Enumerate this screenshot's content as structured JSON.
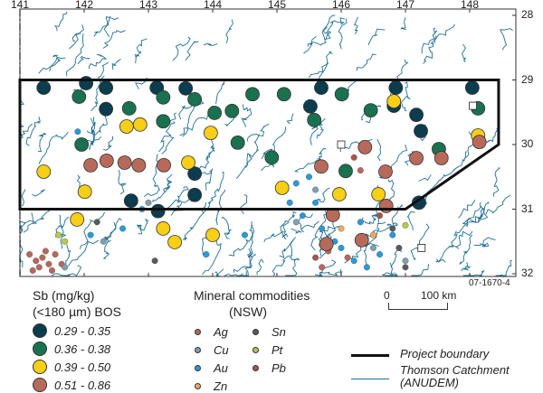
{
  "figure_id": "07-1670-4",
  "axes": {
    "lon_ticks": [
      "141",
      "142",
      "143",
      "144",
      "145",
      "146",
      "147",
      "148"
    ],
    "lat_ticks": [
      "28",
      "29",
      "30",
      "31",
      "32"
    ],
    "lon_range": [
      141,
      148.7
    ],
    "lat_range": [
      27.9,
      32.0
    ]
  },
  "legend_sb": {
    "title1": "Sb (mg/kg)",
    "title2": "(<180 µm) BOS",
    "classes": [
      {
        "label": "0.29 - 0.35",
        "color": "#0b3d4e"
      },
      {
        "label": "0.36 - 0.38",
        "color": "#1a7150"
      },
      {
        "label": "0.39 - 0.50",
        "color": "#f6cf16"
      },
      {
        "label": "0.51 - 0.86",
        "color": "#b86a5a"
      }
    ]
  },
  "legend_minerals": {
    "title1": "Mineral commodities",
    "title2": "(NSW)",
    "items": [
      {
        "label": "Ag",
        "color": "#b8675a"
      },
      {
        "label": "Cu",
        "color": "#7e9fb3"
      },
      {
        "label": "Au",
        "color": "#2a9ad8"
      },
      {
        "label": "Zn",
        "color": "#f0a860"
      },
      {
        "label": "Sn",
        "color": "#555a5c"
      },
      {
        "label": "Pt",
        "color": "#b5cc4a"
      },
      {
        "label": "Pb",
        "color": "#a5574c"
      }
    ]
  },
  "scale_bar": {
    "start": "0",
    "end": "100 km"
  },
  "legend_lines": {
    "boundary": "Project boundary",
    "catchment1": "Thomson Catchment",
    "catchment2": "(ANUDEM)",
    "boundary_color": "#111111",
    "catchment_color": "#1f6f95"
  },
  "sb_samples": [
    {
      "c": 0,
      "lon": 141.37,
      "lat": 29.12
    },
    {
      "c": 0,
      "lon": 142.03,
      "lat": 29.05
    },
    {
      "c": 0,
      "lon": 142.34,
      "lat": 29.12
    },
    {
      "c": 0,
      "lon": 142.34,
      "lat": 29.45
    },
    {
      "c": 0,
      "lon": 143.13,
      "lat": 29.12
    },
    {
      "c": 0,
      "lon": 143.58,
      "lat": 29.13
    },
    {
      "c": 0,
      "lon": 143.72,
      "lat": 30.45
    },
    {
      "c": 0,
      "lon": 143.72,
      "lat": 30.78
    },
    {
      "c": 0,
      "lon": 143.15,
      "lat": 31.03
    },
    {
      "c": 0,
      "lon": 142.73,
      "lat": 30.87
    },
    {
      "c": 0,
      "lon": 145.69,
      "lat": 29.12
    },
    {
      "c": 0,
      "lon": 145.52,
      "lat": 29.41
    },
    {
      "c": 0,
      "lon": 146.85,
      "lat": 29.12
    },
    {
      "c": 0,
      "lon": 147.17,
      "lat": 29.54
    },
    {
      "c": 0,
      "lon": 147.24,
      "lat": 29.79
    },
    {
      "c": 0,
      "lon": 147.21,
      "lat": 30.9
    },
    {
      "c": 0,
      "lon": 148.04,
      "lat": 29.12
    },
    {
      "c": 0,
      "lon": 146.82,
      "lat": 29.4
    },
    {
      "c": 1,
      "lon": 141.92,
      "lat": 29.26
    },
    {
      "c": 1,
      "lon": 141.96,
      "lat": 30.0
    },
    {
      "c": 1,
      "lon": 142.7,
      "lat": 29.44
    },
    {
      "c": 1,
      "lon": 143.23,
      "lat": 29.27
    },
    {
      "c": 1,
      "lon": 143.23,
      "lat": 29.64
    },
    {
      "c": 1,
      "lon": 144.03,
      "lat": 29.51
    },
    {
      "c": 1,
      "lon": 144.3,
      "lat": 29.48
    },
    {
      "c": 1,
      "lon": 144.39,
      "lat": 29.97
    },
    {
      "c": 1,
      "lon": 144.62,
      "lat": 29.22
    },
    {
      "c": 1,
      "lon": 144.92,
      "lat": 30.2
    },
    {
      "c": 1,
      "lon": 145.11,
      "lat": 29.22
    },
    {
      "c": 1,
      "lon": 145.58,
      "lat": 29.62
    },
    {
      "c": 1,
      "lon": 146.01,
      "lat": 29.22
    },
    {
      "c": 1,
      "lon": 146.07,
      "lat": 30.41
    },
    {
      "c": 1,
      "lon": 146.46,
      "lat": 29.47
    },
    {
      "c": 1,
      "lon": 147.52,
      "lat": 30.07
    },
    {
      "c": 1,
      "lon": 148.13,
      "lat": 29.44
    },
    {
      "c": 1,
      "lon": 143.72,
      "lat": 29.3
    },
    {
      "c": 2,
      "lon": 141.37,
      "lat": 30.42
    },
    {
      "c": 2,
      "lon": 142.01,
      "lat": 30.73
    },
    {
      "c": 2,
      "lon": 141.89,
      "lat": 31.16
    },
    {
      "c": 2,
      "lon": 142.66,
      "lat": 29.72
    },
    {
      "c": 2,
      "lon": 142.87,
      "lat": 29.69
    },
    {
      "c": 2,
      "lon": 143.97,
      "lat": 29.82
    },
    {
      "c": 2,
      "lon": 143.62,
      "lat": 30.28
    },
    {
      "c": 2,
      "lon": 145.08,
      "lat": 30.67
    },
    {
      "c": 2,
      "lon": 144.0,
      "lat": 31.4
    },
    {
      "c": 2,
      "lon": 143.23,
      "lat": 31.3
    },
    {
      "c": 2,
      "lon": 143.41,
      "lat": 31.51
    },
    {
      "c": 2,
      "lon": 145.97,
      "lat": 30.77
    },
    {
      "c": 2,
      "lon": 146.82,
      "lat": 29.33
    },
    {
      "c": 2,
      "lon": 146.58,
      "lat": 30.77
    },
    {
      "c": 2,
      "lon": 148.13,
      "lat": 29.86
    },
    {
      "c": 3,
      "lon": 142.1,
      "lat": 30.32
    },
    {
      "c": 3,
      "lon": 142.35,
      "lat": 30.25
    },
    {
      "c": 3,
      "lon": 142.63,
      "lat": 30.28
    },
    {
      "c": 3,
      "lon": 142.85,
      "lat": 30.32
    },
    {
      "c": 3,
      "lon": 143.24,
      "lat": 30.32
    },
    {
      "c": 3,
      "lon": 145.69,
      "lat": 30.34
    },
    {
      "c": 3,
      "lon": 146.37,
      "lat": 30.04
    },
    {
      "c": 3,
      "lon": 146.69,
      "lat": 30.42
    },
    {
      "c": 3,
      "lon": 147.17,
      "lat": 30.21
    },
    {
      "c": 3,
      "lon": 147.56,
      "lat": 30.21
    },
    {
      "c": 3,
      "lon": 148.15,
      "lat": 29.96
    },
    {
      "c": 3,
      "lon": 145.77,
      "lat": 31.54
    },
    {
      "c": 3,
      "lon": 146.7,
      "lat": 30.95
    },
    {
      "c": 3,
      "lon": 145.87,
      "lat": 31.09
    },
    {
      "c": 3,
      "lon": 146.32,
      "lat": 31.48
    }
  ],
  "mineral_occurrences": {
    "Ag": [
      [
        141.15,
        31.7
      ],
      [
        141.25,
        31.8
      ],
      [
        141.35,
        31.75
      ],
      [
        141.45,
        31.85
      ],
      [
        141.55,
        31.7
      ],
      [
        141.3,
        31.9
      ],
      [
        141.5,
        31.95
      ],
      [
        141.2,
        31.95
      ],
      [
        141.65,
        31.85
      ],
      [
        141.4,
        31.65
      ],
      [
        145.8,
        31.65
      ],
      [
        146.1,
        31.75
      ],
      [
        146.3,
        30.4
      ],
      [
        145.7,
        31.9
      ]
    ],
    "Cu": [
      [
        141.9,
        31.2
      ],
      [
        142.3,
        31.5
      ],
      [
        143.0,
        30.9
      ],
      [
        145.3,
        31.2
      ],
      [
        145.6,
        30.7
      ],
      [
        146.5,
        31.6
      ],
      [
        147.0,
        31.8
      ],
      [
        141.7,
        31.9
      ]
    ],
    "Au": [
      [
        141.9,
        29.8
      ],
      [
        142.0,
        29.95
      ],
      [
        142.6,
        31.3
      ],
      [
        142.9,
        31.0
      ],
      [
        144.5,
        31.4
      ],
      [
        145.2,
        30.9
      ],
      [
        145.4,
        31.1
      ],
      [
        145.5,
        30.5
      ],
      [
        145.6,
        30.9
      ],
      [
        145.9,
        31.5
      ],
      [
        146.0,
        31.6
      ],
      [
        146.2,
        31.8
      ],
      [
        146.4,
        31.9
      ],
      [
        146.6,
        31.7
      ],
      [
        146.8,
        31.4
      ],
      [
        145.7,
        31.3
      ],
      [
        146.3,
        31.2
      ],
      [
        145.3,
        30.6
      ],
      [
        142.1,
        31.4
      ],
      [
        143.9,
        31.7
      ]
    ],
    "Zn": [
      [
        146.0,
        31.3
      ],
      [
        146.5,
        31.4
      ],
      [
        145.7,
        31.55
      ]
    ],
    "Sn": [
      [
        146.8,
        31.3
      ],
      [
        146.9,
        31.6
      ],
      [
        147.0,
        31.9
      ],
      [
        142.2,
        31.2
      ],
      [
        143.1,
        31.8
      ]
    ],
    "Pt": [
      [
        141.6,
        31.4
      ],
      [
        141.7,
        31.5
      ],
      [
        147.0,
        31.25
      ]
    ],
    "Pb": [
      [
        145.6,
        31.75
      ],
      [
        146.2,
        30.2
      ],
      [
        146.6,
        31.1
      ]
    ]
  },
  "project_boundary": [
    [
      141.0,
      29.0
    ],
    [
      148.45,
      29.0
    ],
    [
      148.45,
      30.0
    ],
    [
      147.0,
      31.0
    ],
    [
      141.0,
      31.0
    ]
  ],
  "towns": [
    [
      146.0,
      30.0
    ],
    [
      148.05,
      29.4
    ],
    [
      147.25,
      31.6
    ]
  ]
}
